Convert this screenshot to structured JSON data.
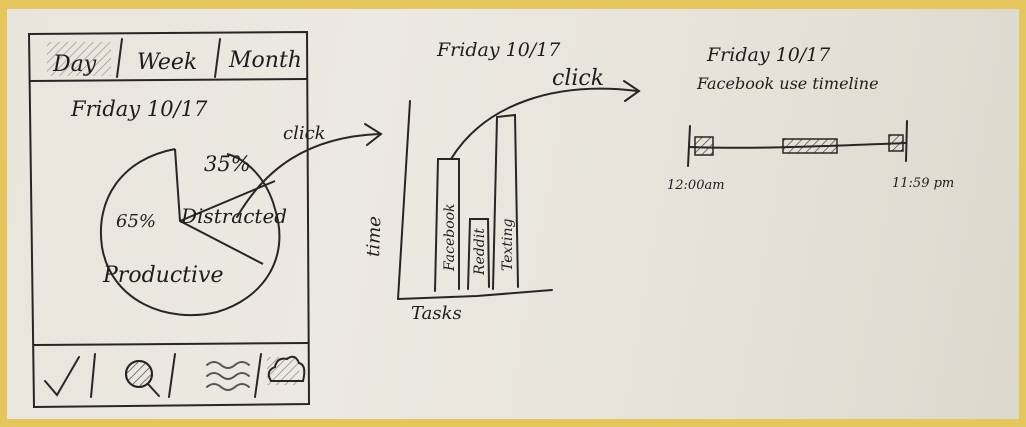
{
  "phone": {
    "tabs": {
      "day": "Day",
      "week": "Week",
      "month": "Month"
    },
    "date": "Friday 10/17",
    "pie": {
      "distracted_pct": "35%",
      "distracted_label": "Distracted",
      "productive_pct": "65%",
      "productive_label": "Productive"
    },
    "nav_icons": [
      "check-icon",
      "search-icon",
      "waves-icon",
      "cloud-icon"
    ]
  },
  "arrow1_label": "click",
  "bar_chart": {
    "title": "Friday 10/17",
    "ylabel": "time",
    "xlabel": "Tasks",
    "bars": [
      "Facebook",
      "Reddit",
      "Texting"
    ],
    "click_label": "click"
  },
  "timeline": {
    "title_line1": "Friday 10/17",
    "title_line2": "Facebook use timeline",
    "start_label": "12:00am",
    "end_label": "11:59 pm"
  }
}
